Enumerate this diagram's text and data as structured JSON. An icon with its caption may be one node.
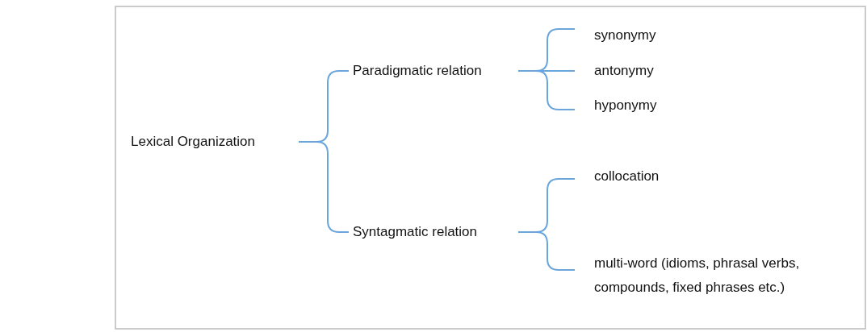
{
  "diagram": {
    "nodes": [
      {
        "text": [
          "Lexical Organization"
        ]
      },
      {
        "text": [
          "Paradigmatic relation"
        ]
      },
      {
        "text": [
          "Syntagmatic relation"
        ]
      },
      {
        "text": [
          "synonymy"
        ]
      },
      {
        "text": [
          "antonymy"
        ]
      },
      {
        "text": [
          "hyponymy"
        ]
      },
      {
        "text": [
          "collocation"
        ]
      },
      {
        "text": [
          "multi-word (idioms, phrasal verbs, compounds, fixed phrases etc.)"
        ]
      }
    ],
    "edges": [
      {
        "from": 0,
        "to": 1,
        "arrow": "none"
      },
      {
        "from": 0,
        "to": 2,
        "arrow": "none"
      },
      {
        "from": 1,
        "to": 3,
        "arrow": "none"
      },
      {
        "from": 1,
        "to": 4,
        "arrow": "none"
      },
      {
        "from": 1,
        "to": 5,
        "arrow": "none"
      },
      {
        "from": 2,
        "to": 6,
        "arrow": "none"
      },
      {
        "from": 2,
        "to": 7,
        "arrow": "none"
      }
    ]
  }
}
